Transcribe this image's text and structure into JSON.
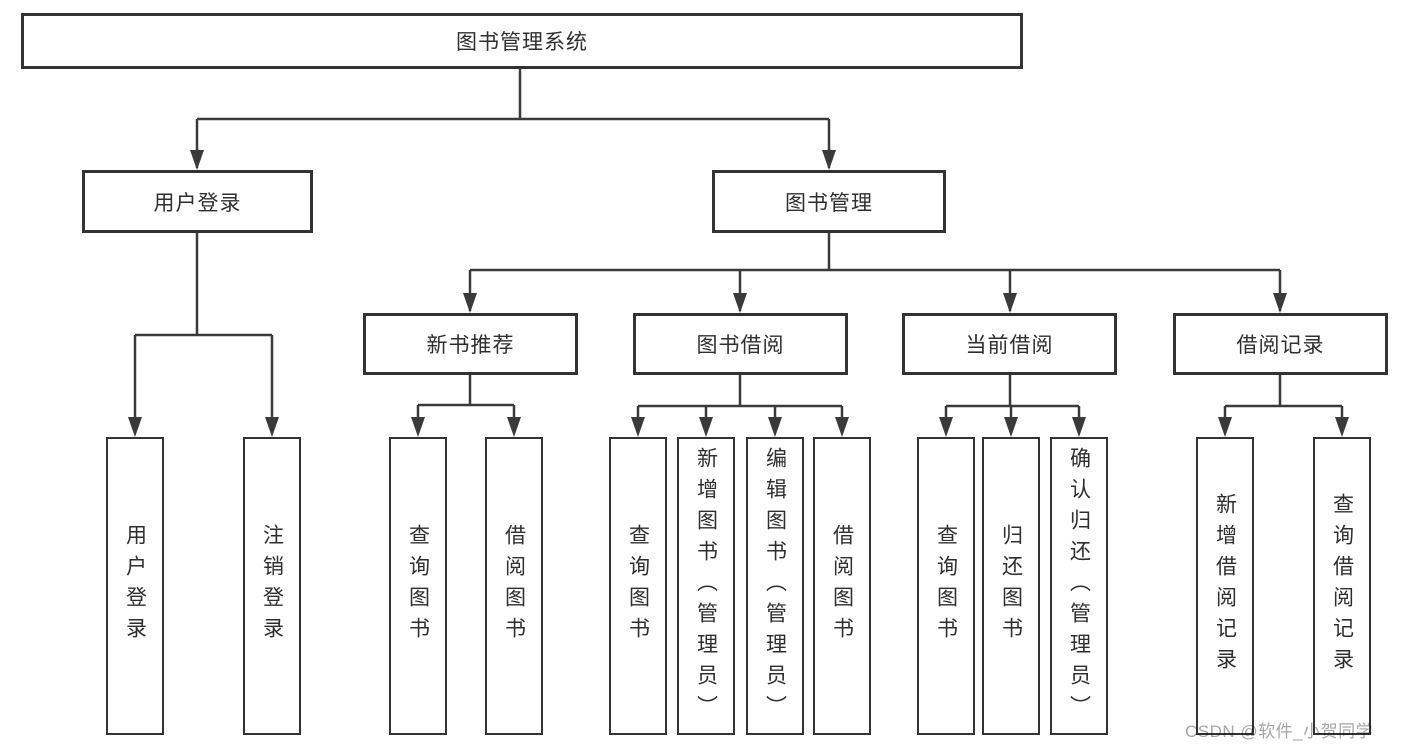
{
  "title_box": "图书管理系统",
  "branches": [
    {
      "label": "用户登录",
      "children": [
        "用户登录",
        "注销登录"
      ]
    },
    {
      "label": "图书管理",
      "modules": [
        {
          "label": "新书推荐",
          "children": [
            "查询图书",
            "借阅图书"
          ]
        },
        {
          "label": "图书借阅",
          "children": [
            "查询图书",
            "新增图书（管理员）",
            "编辑图书（管理员）",
            "借阅图书"
          ]
        },
        {
          "label": "当前借阅",
          "children": [
            "查询图书",
            "归还图书",
            "确认归还（管理员）"
          ]
        },
        {
          "label": "借阅记录",
          "children": [
            "新增借阅记录",
            "查询借阅记录"
          ]
        }
      ]
    }
  ],
  "watermark": "CSDN @软件_小贺同学",
  "colors": {
    "line": "#3a3a3a",
    "box_border": "#333333",
    "text": "#2f2f2f",
    "watermark": "#a6a6a6",
    "background": "#ffffff"
  }
}
